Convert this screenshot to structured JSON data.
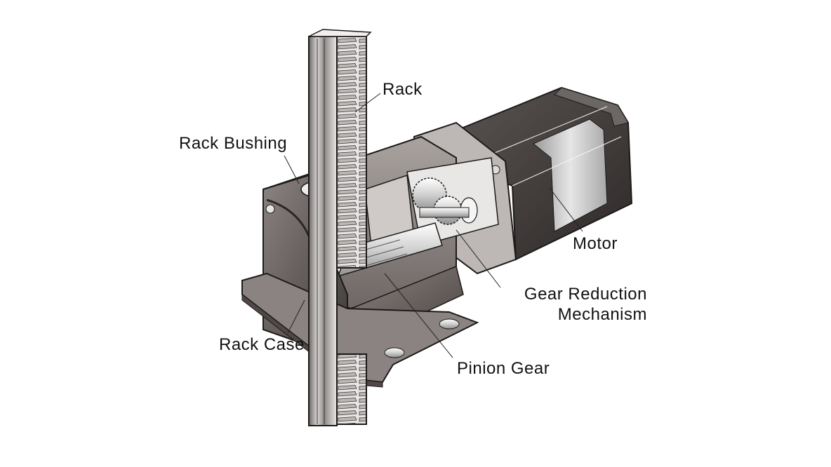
{
  "title": "Rack and Pinion Geared Motor Cutaway",
  "labels": {
    "rack": "Rack",
    "rack_bushing": "Rack Bushing",
    "motor": "Motor",
    "gear_reduction_line1": "Gear Reduction",
    "gear_reduction_line2": "Mechanism",
    "rack_case": "Rack Case",
    "pinion_gear": "Pinion Gear"
  },
  "colors": {
    "background": "#ffffff",
    "text": "#111111",
    "leader": "#222222",
    "housing_light": "#a7a19e",
    "housing_mid": "#7d7673",
    "housing_dark": "#4a4340",
    "motor_dark": "#3f3a38",
    "motor_light": "#c9c9c9",
    "metal_highlight": "#f2f2f2"
  }
}
